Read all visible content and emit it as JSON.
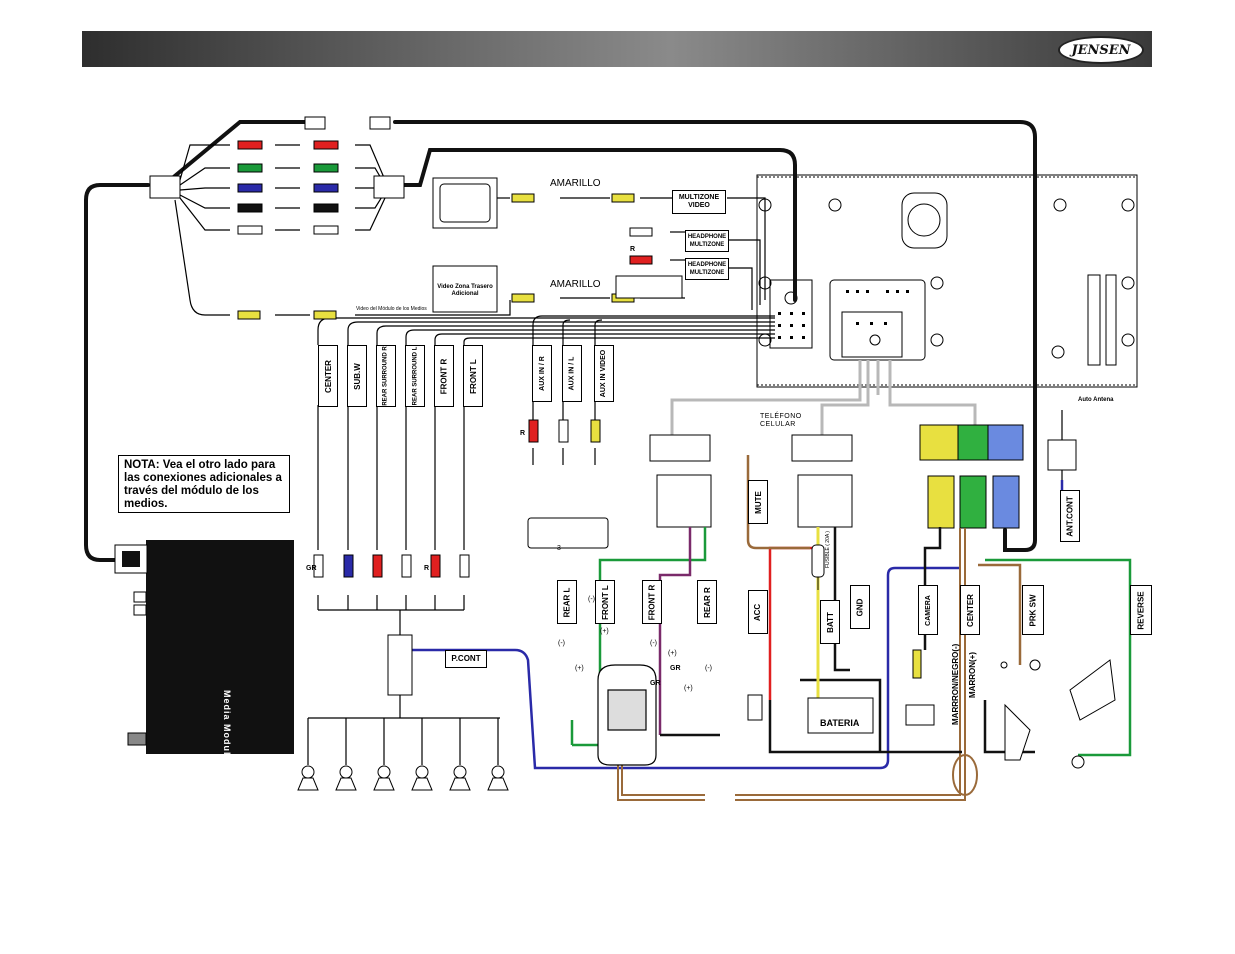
{
  "header": {
    "brand": "JENSEN"
  },
  "note": "NOTA: Vea el otro lado para las conexiones adicionales a través del módulo de los medios.",
  "video_labels": {
    "amarillo_top": "AMARILLO",
    "amarillo_mid": "AMARILLO",
    "video_zona": "Video Zona Trasero Adicional",
    "video_modulo": "Video del Módulo de los Medios",
    "auto_antena": "Auto Antena",
    "telefono": "TELÉFONO CELULAR",
    "fusible": "FUSIBLE ( 20A )"
  },
  "multizone_labels": {
    "video": "MULTIZONE VIDEO",
    "headphone1": "HEADPHONE MULTIZONE",
    "headphone2": "HEADPHONE MULTIZONE"
  },
  "rca_outputs": [
    "CENTER",
    "SUB.W",
    "REAR SURROUND R",
    "REAR SURROUND L",
    "FRONT R",
    "FRONT L"
  ],
  "aux_inputs": [
    "AUX IN / R",
    "AUX IN / L",
    "AUX IN VIDEO"
  ],
  "speaker_labels": [
    "REAR L",
    "FRONT L",
    "FRONT R",
    "REAR R"
  ],
  "power_labels": [
    "MUTE",
    "ACC",
    "BATT",
    "GND"
  ],
  "harness_labels": [
    "CAMERA",
    "CENTER",
    "PRK SW",
    "REVERSE",
    "ANT.CONT"
  ],
  "ground_labels": {
    "negro": "MARRRON/NEGRO(-)",
    "marron": "MARRON(+)"
  },
  "pcont": "P.CONT",
  "bateria": "BATERIA",
  "media_module": "Media Module",
  "small_marks": {
    "gr": "GR",
    "r": "R",
    "minus": "(-)",
    "plus": "(+)",
    "three": "3"
  },
  "colors": {
    "green": "#1a9a3a",
    "red": "#e02020",
    "blue": "#2a2aa8",
    "purple": "#7a2a6a",
    "brown": "#9a6a3a",
    "yellow": "#e8e040",
    "gray": "#b0b0b0"
  }
}
